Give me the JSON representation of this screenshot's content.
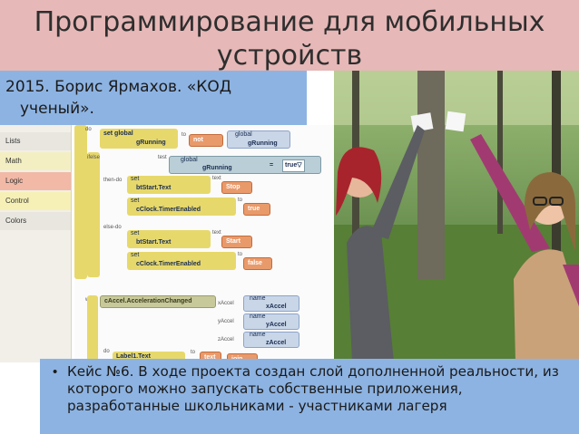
{
  "slide": {
    "title_line1": "Программирование для мобильных",
    "title_line2": "устройств",
    "caption_line1": "2015. Борис Ярмахов. «КОД",
    "caption_line2": "ученый».",
    "bullet": "Кейс №6. В ходе проекта создан слой дополненной реальности, из которого можно запускать собственные приложения, разработанные школьниками - участниками лагеря"
  },
  "editor": {
    "palette": [
      "Lists",
      "Math",
      "Logic",
      "Control",
      "Colors"
    ],
    "blocks": {
      "do": "do",
      "set_global": "set global",
      "gRunning": "gRunning",
      "to": "to",
      "not": "not",
      "global": "global",
      "ifelse": "ifelse",
      "test": "test",
      "eq": "=",
      "true_dd": "true▽",
      "then_do": "then-do",
      "set": "set",
      "btStart_text": "btStart.Text",
      "text": "text",
      "stop": "Stop",
      "clock_enabled": "cClock.TimerEnabled",
      "true": "true",
      "else_do": "else-do",
      "start": "Start",
      "false": "false",
      "when": "when",
      "accel": "cAccel.AccelerationChanged",
      "xAccel": "xAccel",
      "yAccel": "yAccel",
      "zAccel": "zAccel",
      "name": "name",
      "label_text": "Label1.Text",
      "join": "join"
    }
  },
  "colors": {
    "title_bg": "#e6b8b7",
    "caption_bg": "#8db3e2",
    "bullet_bg": "#8db3e2"
  }
}
